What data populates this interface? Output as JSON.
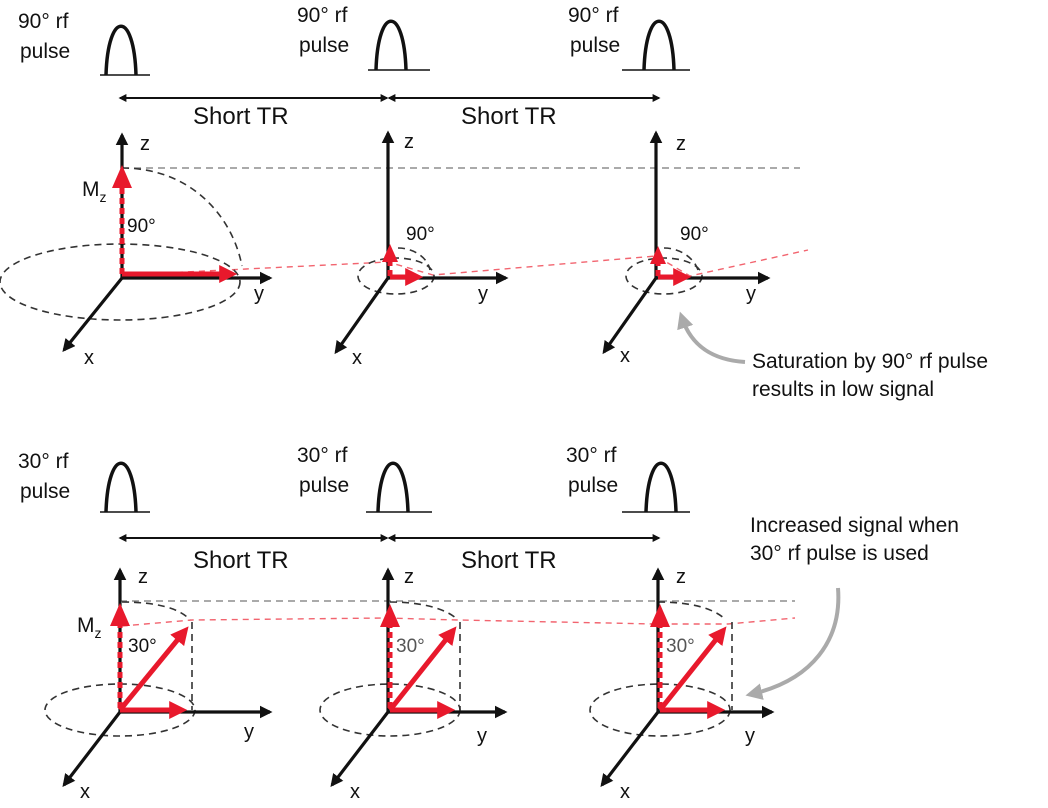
{
  "rows": [
    {
      "pulses": [
        {
          "line1": "90° rf",
          "line2": "pulse"
        },
        {
          "line1": "90° rf",
          "line2": "pulse"
        },
        {
          "line1": "90° rf",
          "line2": "pulse"
        }
      ],
      "tr_labels": [
        "Short TR",
        "Short TR"
      ],
      "axes_labels": {
        "z": "z",
        "y": "y",
        "x": "x"
      },
      "mz_label": "M",
      "mz_sub": "z",
      "angle_labels": [
        "90°",
        "90°",
        "90°"
      ],
      "annotation": [
        "Saturation by 90° rf pulse",
        "results in low signal"
      ]
    },
    {
      "pulses": [
        {
          "line1": "30° rf",
          "line2": "pulse"
        },
        {
          "line1": "30° rf",
          "line2": "pulse"
        },
        {
          "line1": "30° rf",
          "line2": "pulse"
        }
      ],
      "tr_labels": [
        "Short TR",
        "Short TR"
      ],
      "axes_labels": {
        "z": "z",
        "y": "y",
        "x": "x"
      },
      "mz_label": "M",
      "mz_sub": "z",
      "angle_labels": [
        "30°",
        "30°",
        "30°"
      ],
      "annotation": [
        "Increased signal when",
        "30° rf pulse is used"
      ]
    }
  ],
  "colors": {
    "magnetization": "#e8192c",
    "axes": "#111111",
    "pointer_arrow": "#aaaaaa"
  }
}
